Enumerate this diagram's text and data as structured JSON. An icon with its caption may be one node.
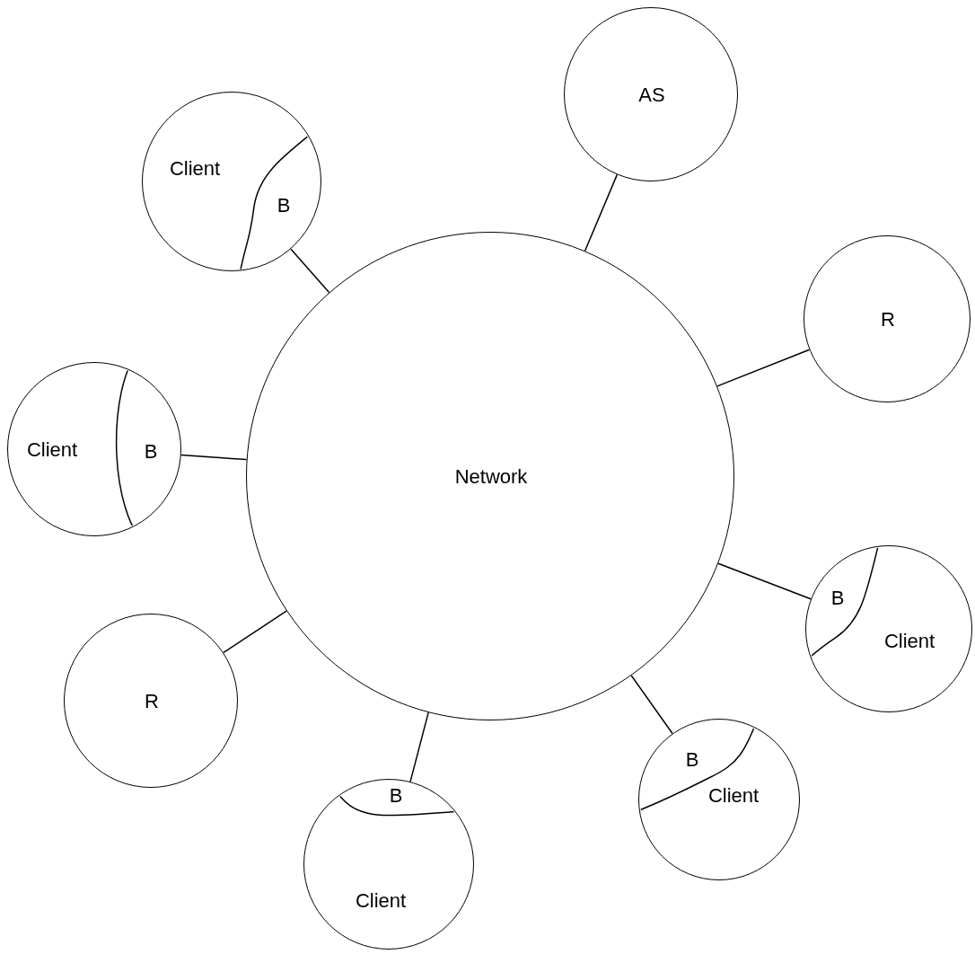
{
  "diagram": {
    "nodes": [
      {
        "text": [
          "AS"
        ]
      },
      {
        "text": [
          "Client",
          "B"
        ]
      },
      {
        "text": [
          "R"
        ]
      },
      {
        "text": [
          "Client",
          "B"
        ]
      },
      {
        "text": [
          "Network"
        ]
      },
      {
        "text": [
          "B",
          "Client"
        ]
      },
      {
        "text": [
          "R"
        ]
      },
      {
        "text": [
          "B",
          "Client"
        ]
      },
      {
        "text": [
          "B",
          "Client"
        ]
      }
    ],
    "edges": [
      {
        "from": 0,
        "to": 4,
        "arrow": "none"
      },
      {
        "from": 1,
        "to": 4,
        "arrow": "none"
      },
      {
        "from": 2,
        "to": 4,
        "arrow": "none"
      },
      {
        "from": 3,
        "to": 4,
        "arrow": "none"
      },
      {
        "from": 5,
        "to": 4,
        "arrow": "none"
      },
      {
        "from": 6,
        "to": 4,
        "arrow": "none"
      },
      {
        "from": 7,
        "to": 4,
        "arrow": "none"
      },
      {
        "from": 8,
        "to": 4,
        "arrow": "none"
      }
    ]
  }
}
